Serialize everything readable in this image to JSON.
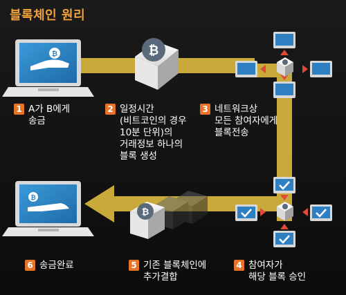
{
  "title": "블록체인 원리",
  "steps": [
    {
      "num": "1",
      "text": "A가 B에게\n송금"
    },
    {
      "num": "2",
      "text": "일정시간\n(비트코인의 경우\n10분 단위)의\n거래정보 하나의\n블록 생성"
    },
    {
      "num": "3",
      "text": "네트워크상\n모든 참여자에게\n블록전송"
    },
    {
      "num": "4",
      "text": "참여자가\n해당 블록 승인"
    },
    {
      "num": "5",
      "text": "기존 블록체인에\n추가결합"
    },
    {
      "num": "6",
      "text": "송금완료"
    }
  ],
  "colors": {
    "background": "#101010",
    "accent": "#f2a23a",
    "path": "#c9a93a",
    "badge": "#e8742a",
    "monitor": "#2f7fc3",
    "arrow": "#e04a36"
  },
  "icons": [
    "laptop-icon",
    "hand-coin-icon",
    "bitcoin-block-icon",
    "network-node-icon",
    "checkmark-icon",
    "arrow-left-icon"
  ]
}
